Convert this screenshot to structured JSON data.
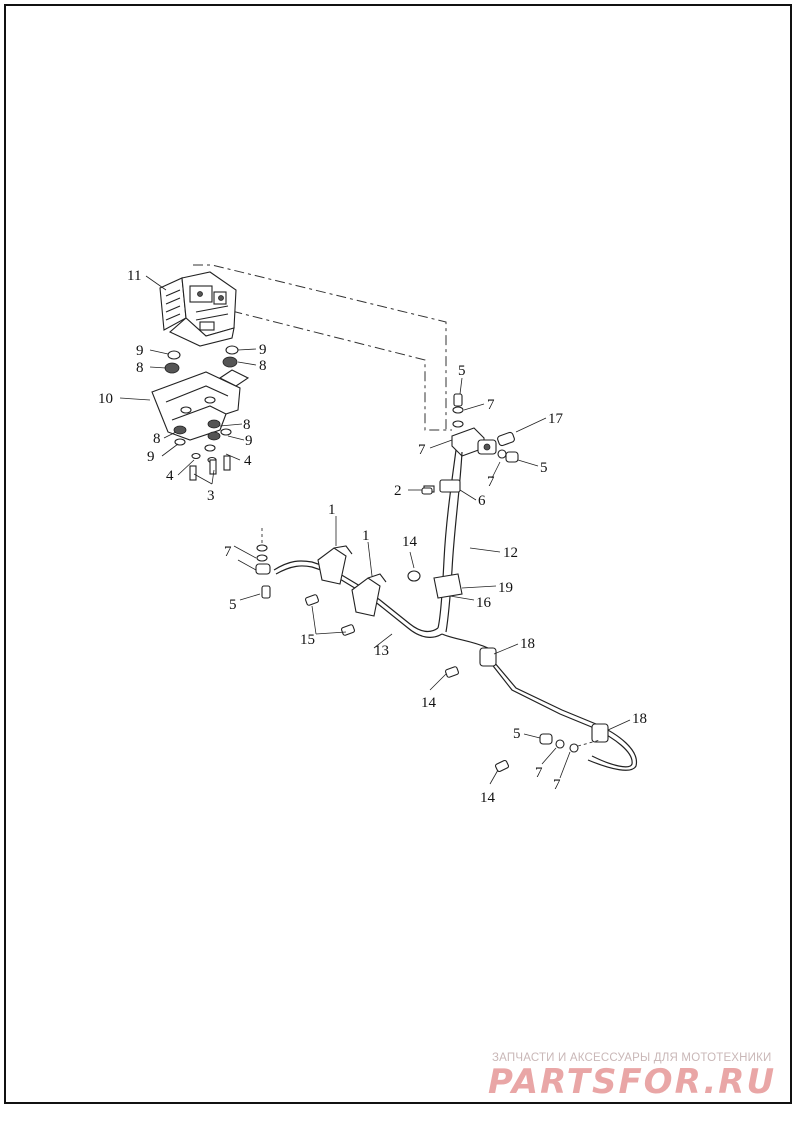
{
  "diagram": {
    "callouts": [
      "1",
      "1",
      "2",
      "3",
      "4",
      "4",
      "5",
      "5",
      "5",
      "5",
      "6",
      "7",
      "7",
      "7",
      "7",
      "7",
      "7",
      "8",
      "8",
      "8",
      "8",
      "9",
      "9",
      "9",
      "9",
      "10",
      "11",
      "12",
      "13",
      "14",
      "14",
      "14",
      "15",
      "16",
      "17",
      "18",
      "18",
      "19"
    ]
  },
  "watermark": {
    "caption": "ЗАПЧАСТИ И АКСЕССУАРЫ ДЛЯ МОТОТЕХНИКИ",
    "logo_text": "PARTSFOR.RU"
  },
  "colors": {
    "line": "#222222",
    "watermark": "#e9a6a6",
    "frame": "#111111"
  }
}
